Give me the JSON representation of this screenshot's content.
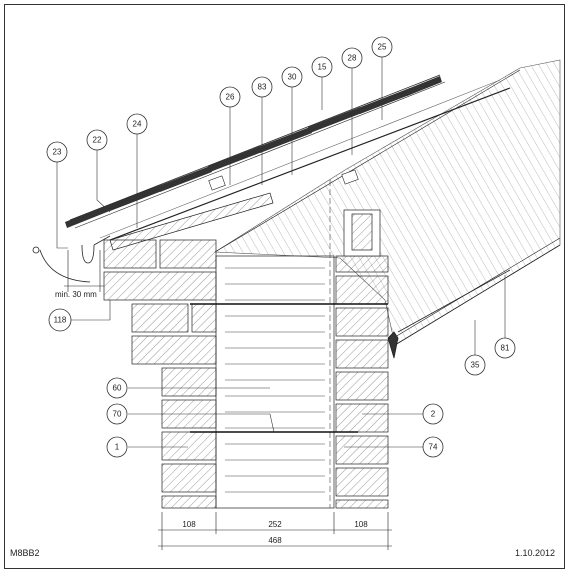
{
  "drawing": {
    "code": "M8BB2",
    "date": "1.10.2012",
    "min_label": "min. 30 mm"
  },
  "callouts": {
    "c23": "23",
    "c22": "22",
    "c24": "24",
    "c26": "26",
    "c83": "83",
    "c30": "30",
    "c15": "15",
    "c28": "28",
    "c25": "25",
    "c118": "118",
    "c60": "60",
    "c70": "70",
    "c1": "1",
    "c2": "2",
    "c74": "74",
    "c35": "35",
    "c81": "81"
  },
  "dimensions": {
    "outer_left": "108",
    "middle": "252",
    "outer_right": "108",
    "total": "468"
  }
}
